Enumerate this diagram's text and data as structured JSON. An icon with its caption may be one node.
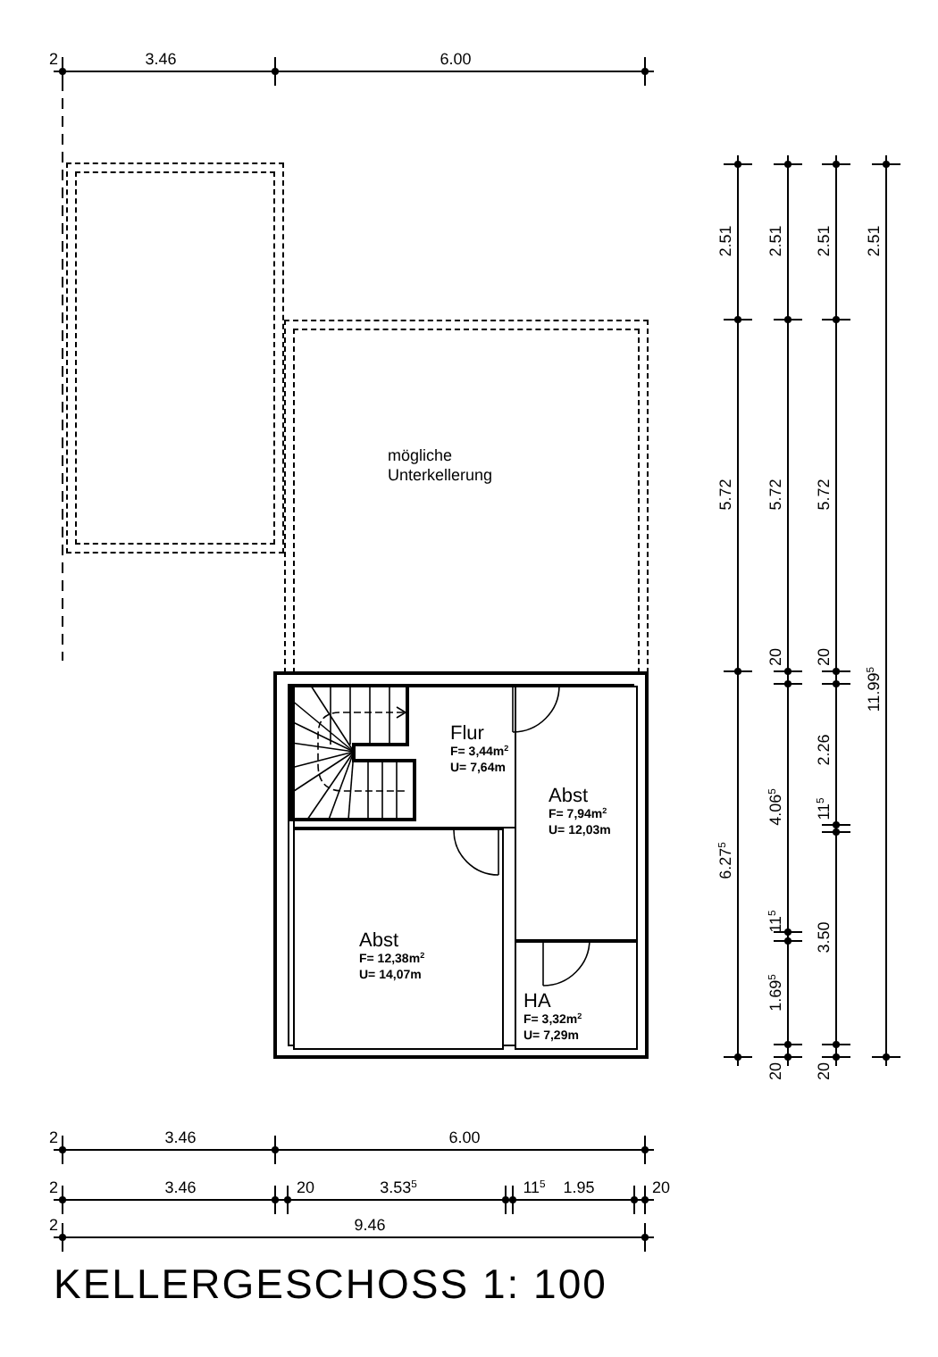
{
  "diagram": {
    "title": "KELLERGESCHOSS 1: 100",
    "nodes": [
      {
        "text": [],
        "shape": "box"
      },
      {
        "text": [
          "Flur",
          "F= 3,44m$^{2}$",
          "U= 7,64m"
        ],
        "in": 0
      },
      {
        "text": [
          "Abst",
          "F= 7,94m$^{2}$",
          "U= 12,03m"
        ],
        "in": 0
      },
      {
        "text": [
          "Abst",
          "F= 12,38m$^{2}$",
          "U= 14,07m"
        ],
        "in": 0
      },
      {
        "text": [
          "HA",
          "F= 3,32m$^{2}$",
          "U= 7,29m"
        ],
        "in": 0
      },
      {
        "text": [
          "mögliche Unterkellerung"
        ]
      },
      {
        "text": [],
        "shape": "box"
      }
    ],
    "labels": [
      "2",
      "3.46",
      "6.00",
      "2.51",
      "5.72",
      "6.27$^{5}$",
      "2.51",
      "5.72",
      "20",
      "4.06$^{5}$",
      "11$^{5}$",
      "1.69$^{5}$",
      "20",
      "2.51",
      "5.72",
      "20",
      "2.26",
      "11$^{5}$",
      "3.50",
      "20",
      "2.51",
      "11.99$^{5}$",
      "2",
      "3.46",
      "6.00",
      "2",
      "3.46",
      "20",
      "3.53$^{5}$",
      "11$^{5}$",
      "1.95",
      "20",
      "2",
      "9.46"
    ]
  }
}
